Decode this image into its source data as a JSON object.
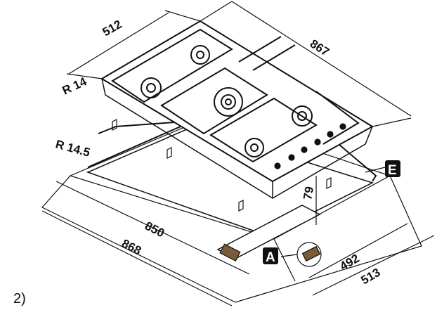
{
  "figure": {
    "caption": "2)",
    "dimensions": {
      "hob_depth": "512",
      "hob_width": "867",
      "hob_corner_radius": "R 14",
      "cutout_corner_radius": "R 14.5",
      "cutout_width": "850",
      "outer_width": "868",
      "height": "79",
      "cutout_depth": "492",
      "outer_depth": "513"
    },
    "callouts": {
      "seal": "E",
      "detail": "A"
    }
  }
}
